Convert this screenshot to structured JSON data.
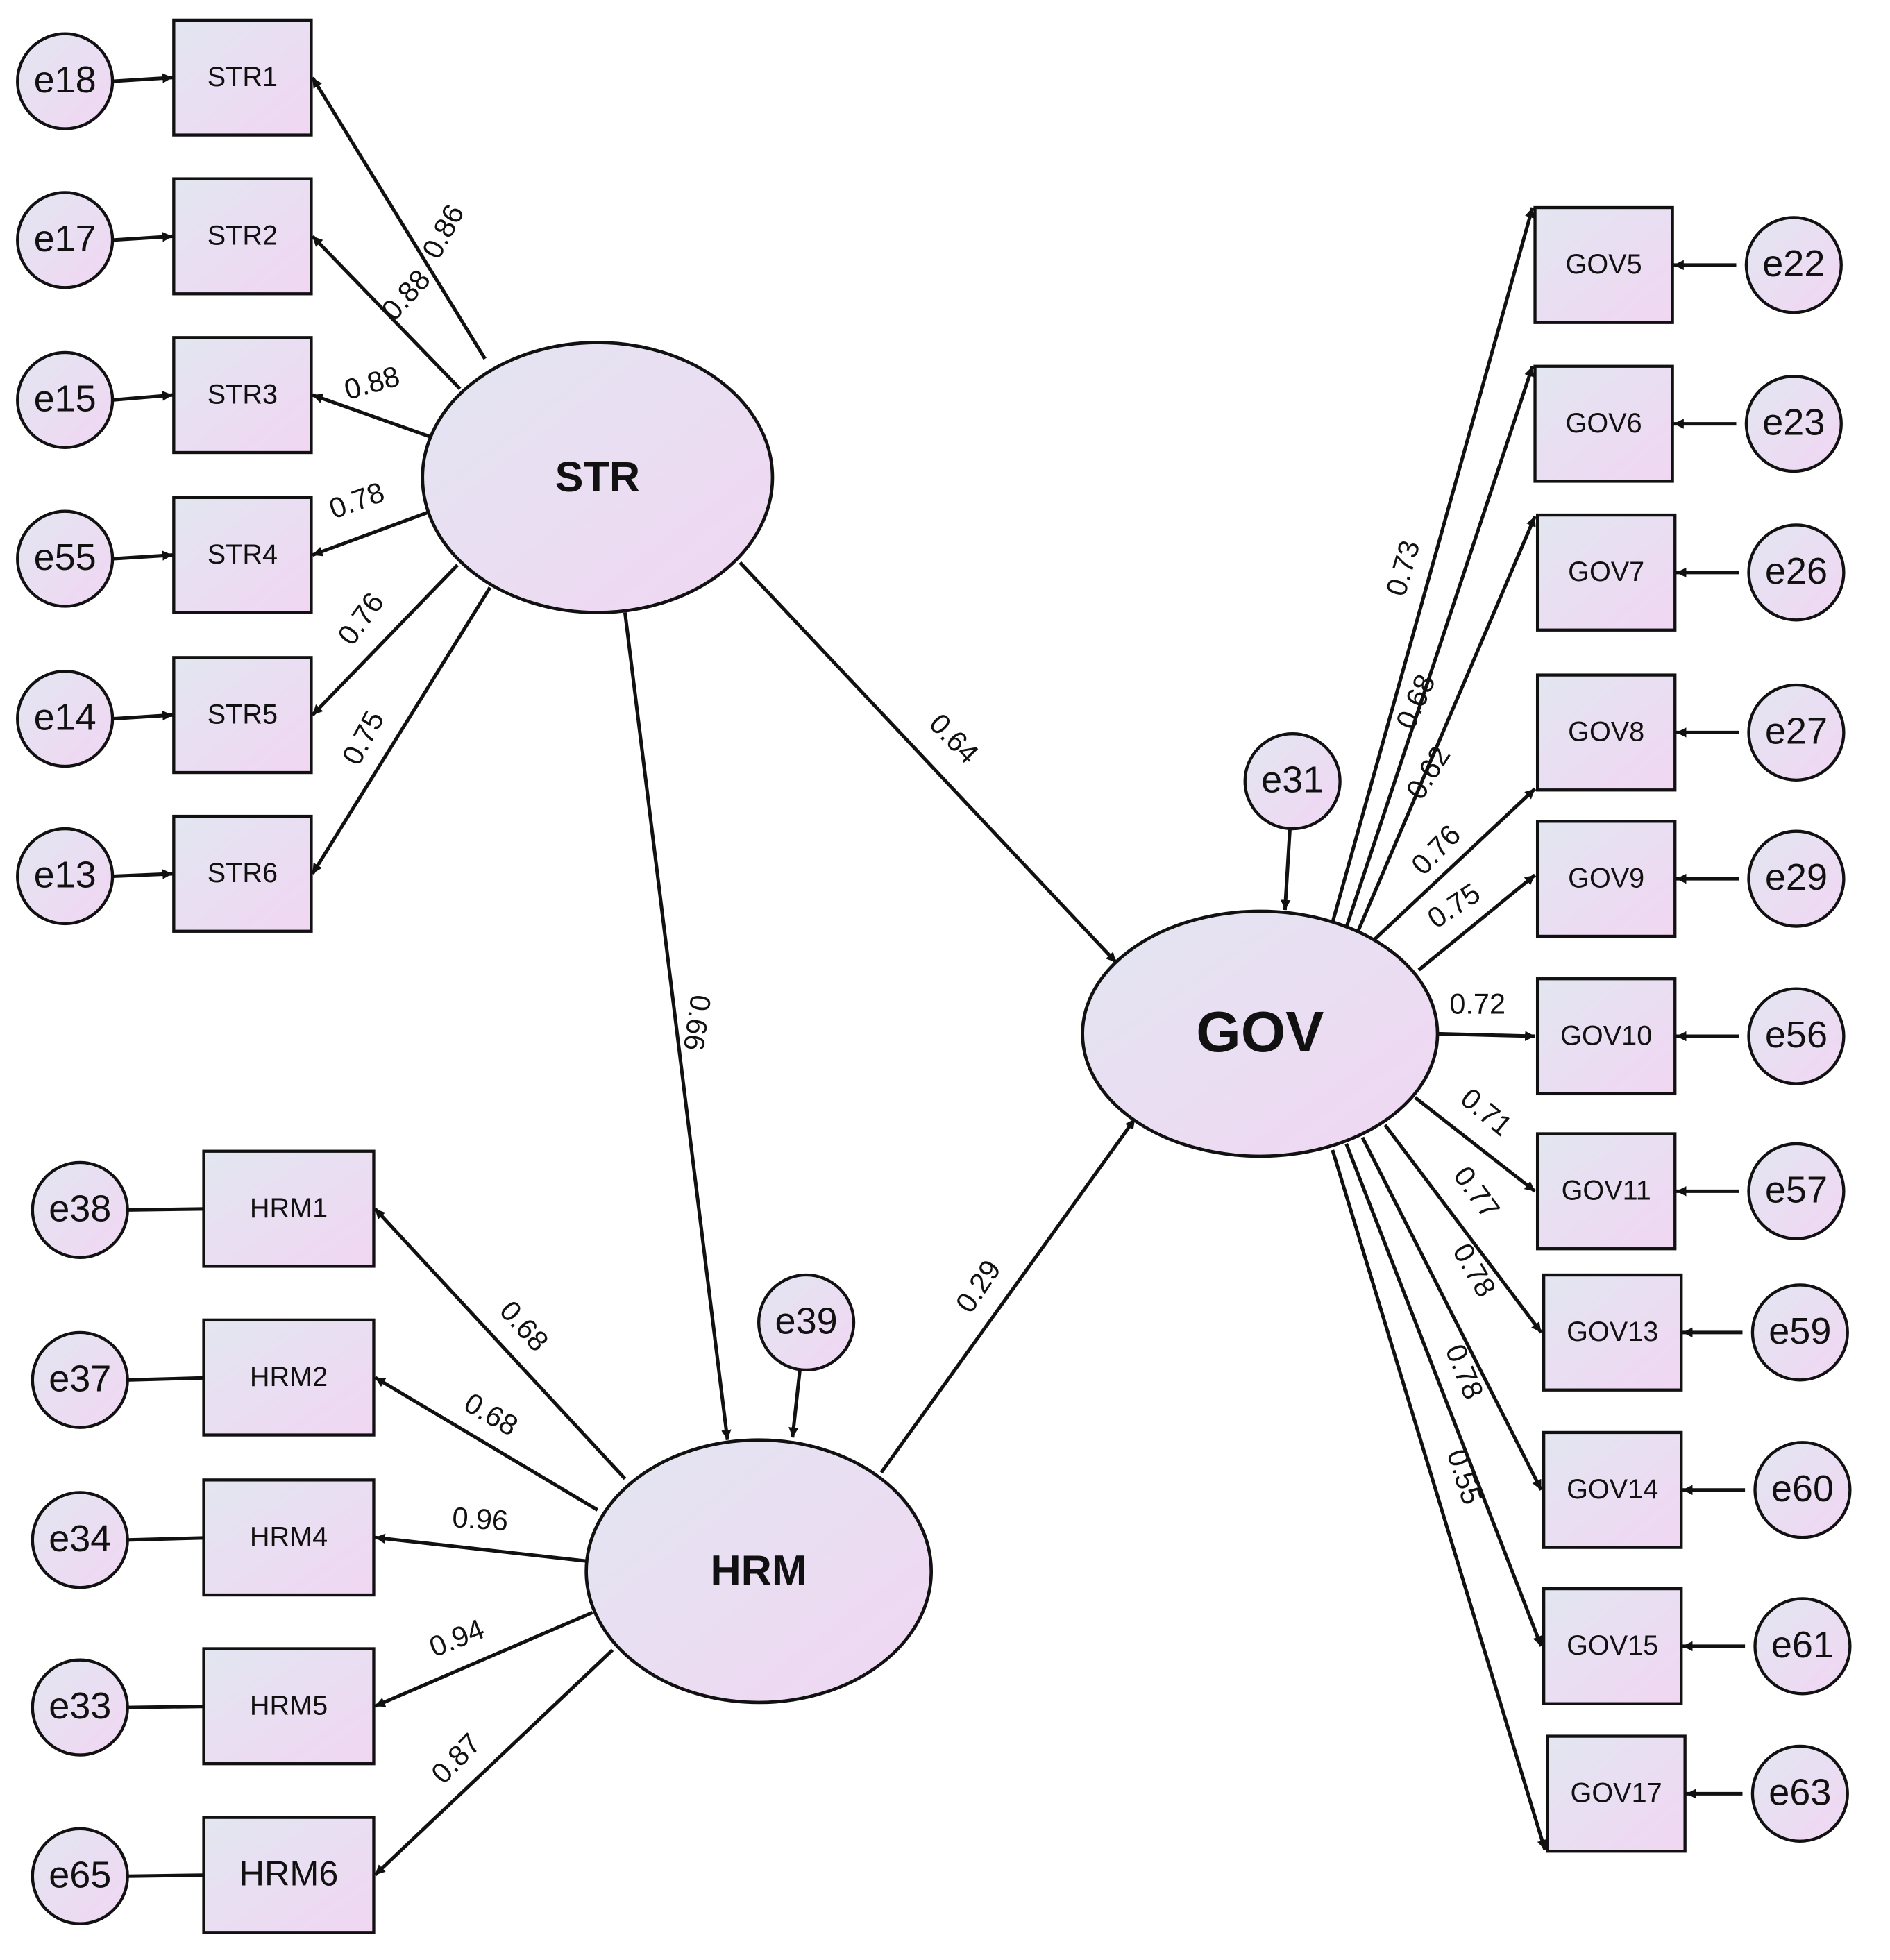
{
  "colors": {
    "fill_start": "#e2e6f1",
    "fill_end": "#f1d6f2",
    "stroke": "#111111",
    "background": "#ffffff"
  },
  "latents": {
    "STR": "STR",
    "GOV": "GOV",
    "HRM": "HRM"
  },
  "indicators": {
    "STR1": "STR1",
    "STR2": "STR2",
    "STR3": "STR3",
    "STR4": "STR4",
    "STR5": "STR5",
    "STR6": "STR6",
    "HRM1": "HRM1",
    "HRM2": "HRM2",
    "HRM4": "HRM4",
    "HRM5": "HRM5",
    "HRM6": "HRM6",
    "GOV5": "GOV5",
    "GOV6": "GOV6",
    "GOV7": "GOV7",
    "GOV8": "GOV8",
    "GOV9": "GOV9",
    "GOV10": "GOV10",
    "GOV11": "GOV11",
    "GOV13": "GOV13",
    "GOV14": "GOV14",
    "GOV15": "GOV15",
    "GOV17": "GOV17"
  },
  "errors": {
    "e18": "e18",
    "e17": "e17",
    "e15": "e15",
    "e55": "e55",
    "e14": "e14",
    "e13": "e13",
    "e38": "e38",
    "e37": "e37",
    "e34": "e34",
    "e33": "e33",
    "e65": "e65",
    "e22": "e22",
    "e23": "e23",
    "e26": "e26",
    "e27": "e27",
    "e29": "e29",
    "e56": "e56",
    "e57": "e57",
    "e59": "e59",
    "e60": "e60",
    "e61": "e61",
    "e63": "e63",
    "e31": "e31",
    "e39": "e39"
  },
  "coefficients": {
    "STR_STR1": "0.86",
    "STR_STR2": "0.88",
    "STR_STR3": "0.88",
    "STR_STR4": "0.78",
    "STR_STR5": "0.76",
    "STR_STR6": "0.75",
    "HRM_HRM1": "0.68",
    "HRM_HRM2": "0.68",
    "HRM_HRM4": "0.96",
    "HRM_HRM5": "0.94",
    "HRM_HRM6": "0.87",
    "GOV_GOV5": "0.73",
    "GOV_GOV6": "0.68",
    "GOV_GOV7": "0.62",
    "GOV_GOV8": "0.76",
    "GOV_GOV9": "0.75",
    "GOV_GOV10": "0.72",
    "GOV_GOV11": "0.71",
    "GOV_GOV13": "0.77",
    "GOV_GOV14": "0.78",
    "GOV_GOV15": "0.78",
    "GOV_GOV17": "0.55",
    "STR_GOV": "0.64",
    "STR_HRM": "0.66",
    "HRM_GOV": "0.29"
  }
}
